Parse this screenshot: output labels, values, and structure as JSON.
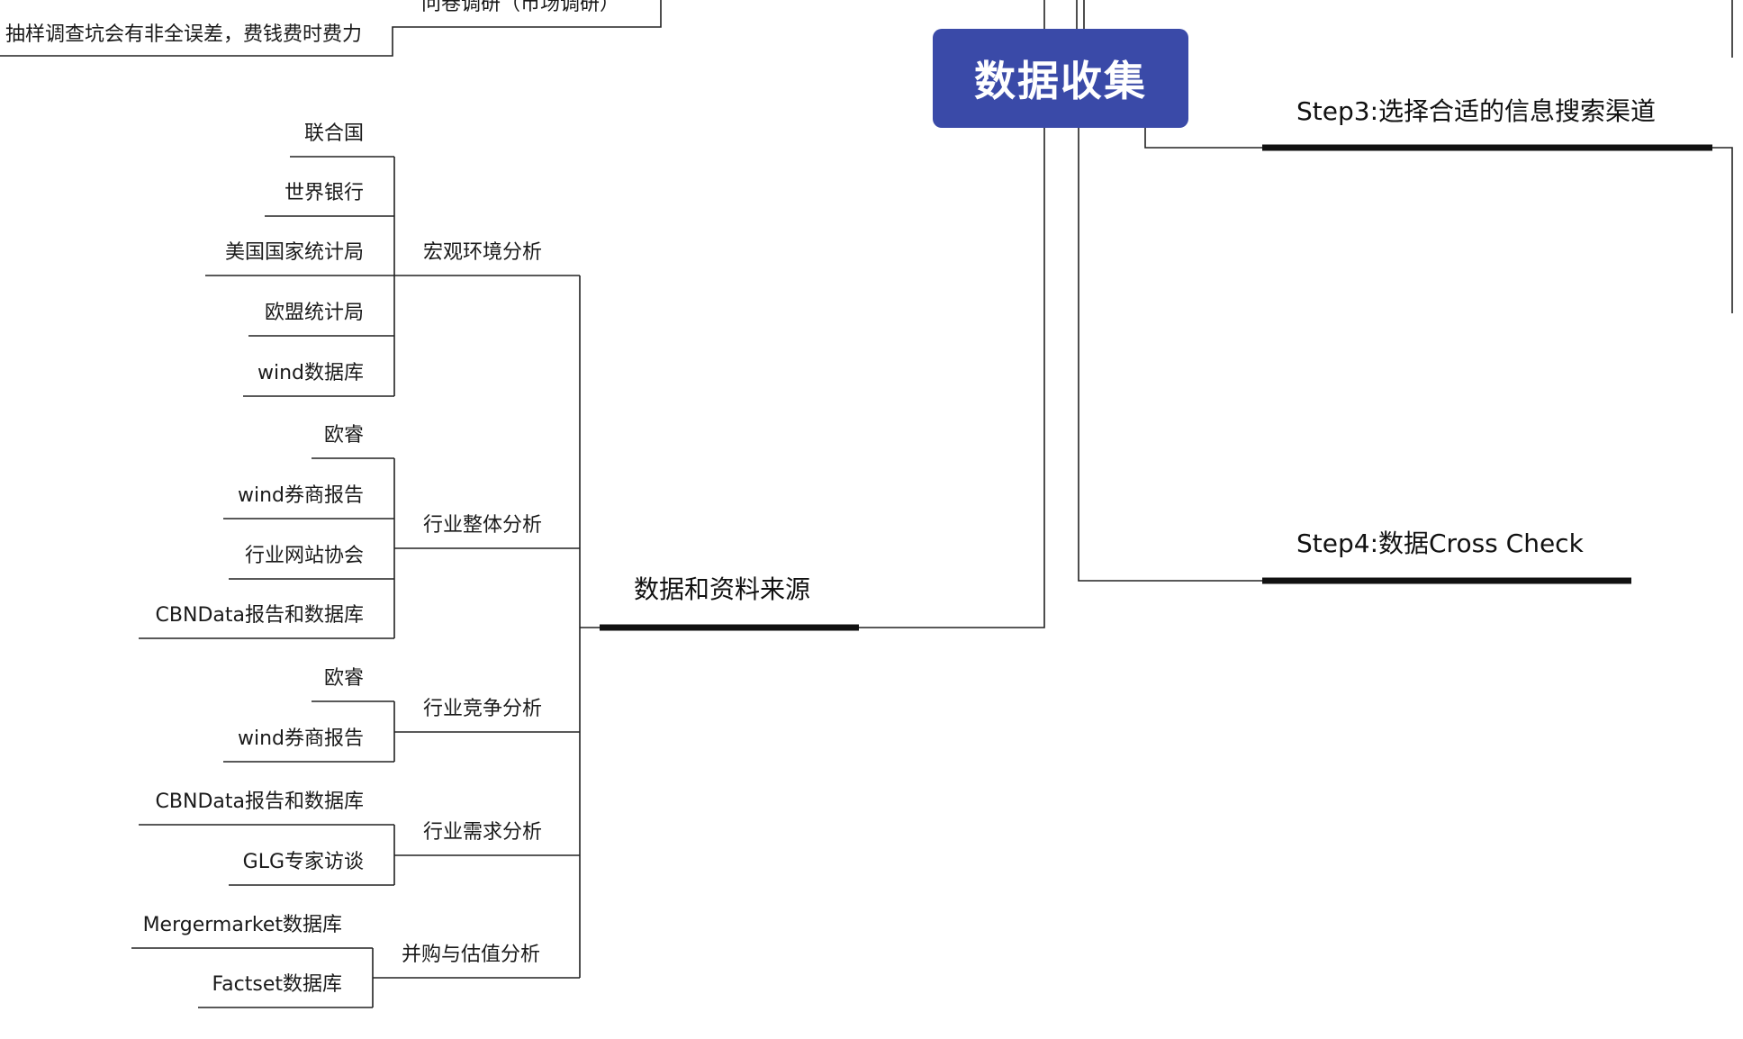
{
  "colors": {
    "root_fill": "#3a4aa8",
    "line": "#222222",
    "branch_underline": "#111111"
  },
  "mindmap": {
    "root": "数据收集",
    "top_partial": {
      "survey": "问卷调研（市场调研）",
      "sampling_note": "抽样调查坑会有非全误差，费钱费时费力"
    },
    "step3": "Step3:选择合适的信息搜索渠道",
    "step4": "Step4:数据Cross Check",
    "sources": {
      "label": "数据和资料来源",
      "groups": [
        {
          "label": "宏观环境分析",
          "items": [
            "联合国",
            "世界银行",
            "美国国家统计局",
            "欧盟统计局",
            "wind数据库"
          ]
        },
        {
          "label": "行业整体分析",
          "items": [
            "欧睿",
            "wind券商报告",
            "行业网站协会",
            "CBNData报告和数据库"
          ]
        },
        {
          "label": "行业竞争分析",
          "items": [
            "欧睿",
            "wind券商报告"
          ]
        },
        {
          "label": "行业需求分析",
          "items": [
            "CBNData报告和数据库",
            "GLG专家访谈"
          ]
        },
        {
          "label": "并购与估值分析",
          "items": [
            "Mergermarket数据库",
            "Factset数据库"
          ]
        }
      ]
    }
  }
}
